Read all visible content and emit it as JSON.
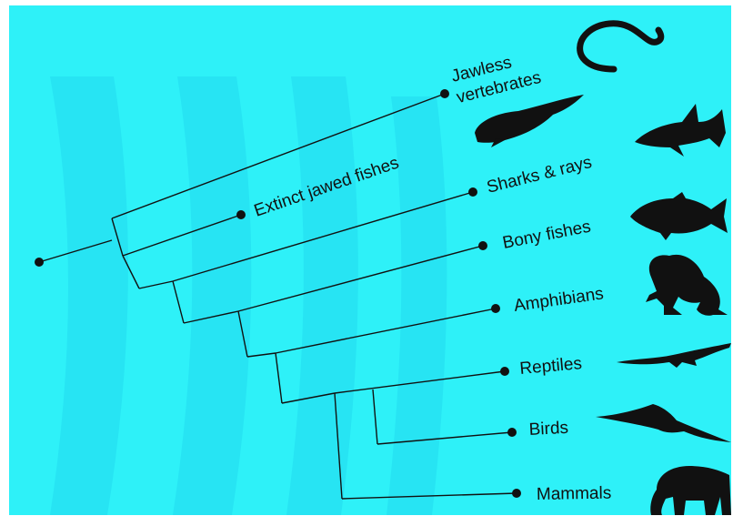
{
  "colors": {
    "background": "#2ef1f8",
    "band": "#27e4f3",
    "ink": "#111111"
  },
  "taxa": [
    {
      "id": "jawless",
      "lines": [
        "Jawless",
        "vertebrates"
      ],
      "icon": "lamprey-icon"
    },
    {
      "id": "extinct",
      "lines": [
        "Extinct jawed fishes"
      ],
      "icon": "placoderm-icon"
    },
    {
      "id": "sharks",
      "lines": [
        "Sharks & rays"
      ],
      "icon": "shark-icon"
    },
    {
      "id": "bony",
      "lines": [
        "Bony fishes"
      ],
      "icon": "fish-icon"
    },
    {
      "id": "amphibians",
      "lines": [
        "Amphibians"
      ],
      "icon": "frog-icon"
    },
    {
      "id": "reptiles",
      "lines": [
        "Reptiles"
      ],
      "icon": "crocodile-icon"
    },
    {
      "id": "birds",
      "lines": [
        "Birds"
      ],
      "icon": "bird-icon"
    },
    {
      "id": "mammals",
      "lines": [
        "Mammals"
      ],
      "icon": "elephant-icon"
    }
  ]
}
